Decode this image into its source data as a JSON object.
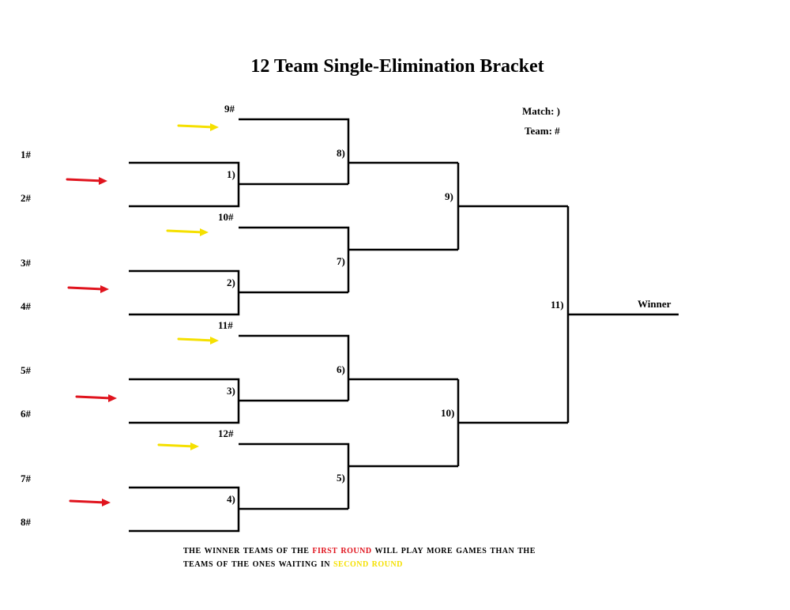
{
  "title": "12 Team Single-Elimination Bracket",
  "legend": {
    "match": "Match: )",
    "team": "Team: #"
  },
  "teams": [
    "1#",
    "2#",
    "3#",
    "4#",
    "5#",
    "6#",
    "7#",
    "8#",
    "9#",
    "10#",
    "11#",
    "12#"
  ],
  "matches": [
    "1)",
    "2)",
    "3)",
    "4)",
    "5)",
    "6)",
    "7)",
    "8)",
    "9)",
    "10)",
    "11)"
  ],
  "winner_label": "Winner",
  "colors": {
    "first_round": "#e0141e",
    "second_round": "#f5e000",
    "lines": "#000000"
  },
  "arrows": {
    "first_round": 4,
    "second_round": 4
  },
  "note": {
    "part1": "The winner teams of the ",
    "highlight1": "First Round",
    "part2": " will play more games than the teams of the ones waiting in ",
    "highlight2": "Second Round"
  }
}
